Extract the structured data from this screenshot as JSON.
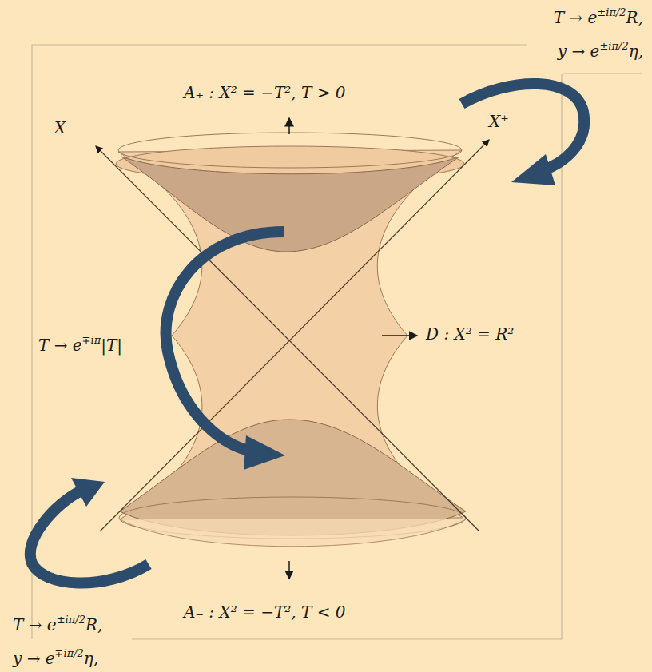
{
  "diagram": {
    "labels": [
      "T → e",
      "±iπ/2",
      "R,",
      "y → e",
      "±iπ/2",
      "η,",
      "A₊ :  X² = −T²,  T > 0",
      "X⁻",
      "X⁺",
      "T → e",
      "∓iπ",
      "|T|",
      "D :  X² = R²",
      "A₋ :  X² = −T²,  T < 0",
      "T → e",
      "±iπ/2",
      "R,",
      "y → e",
      "∓iπ/2",
      "η,"
    ]
  }
}
